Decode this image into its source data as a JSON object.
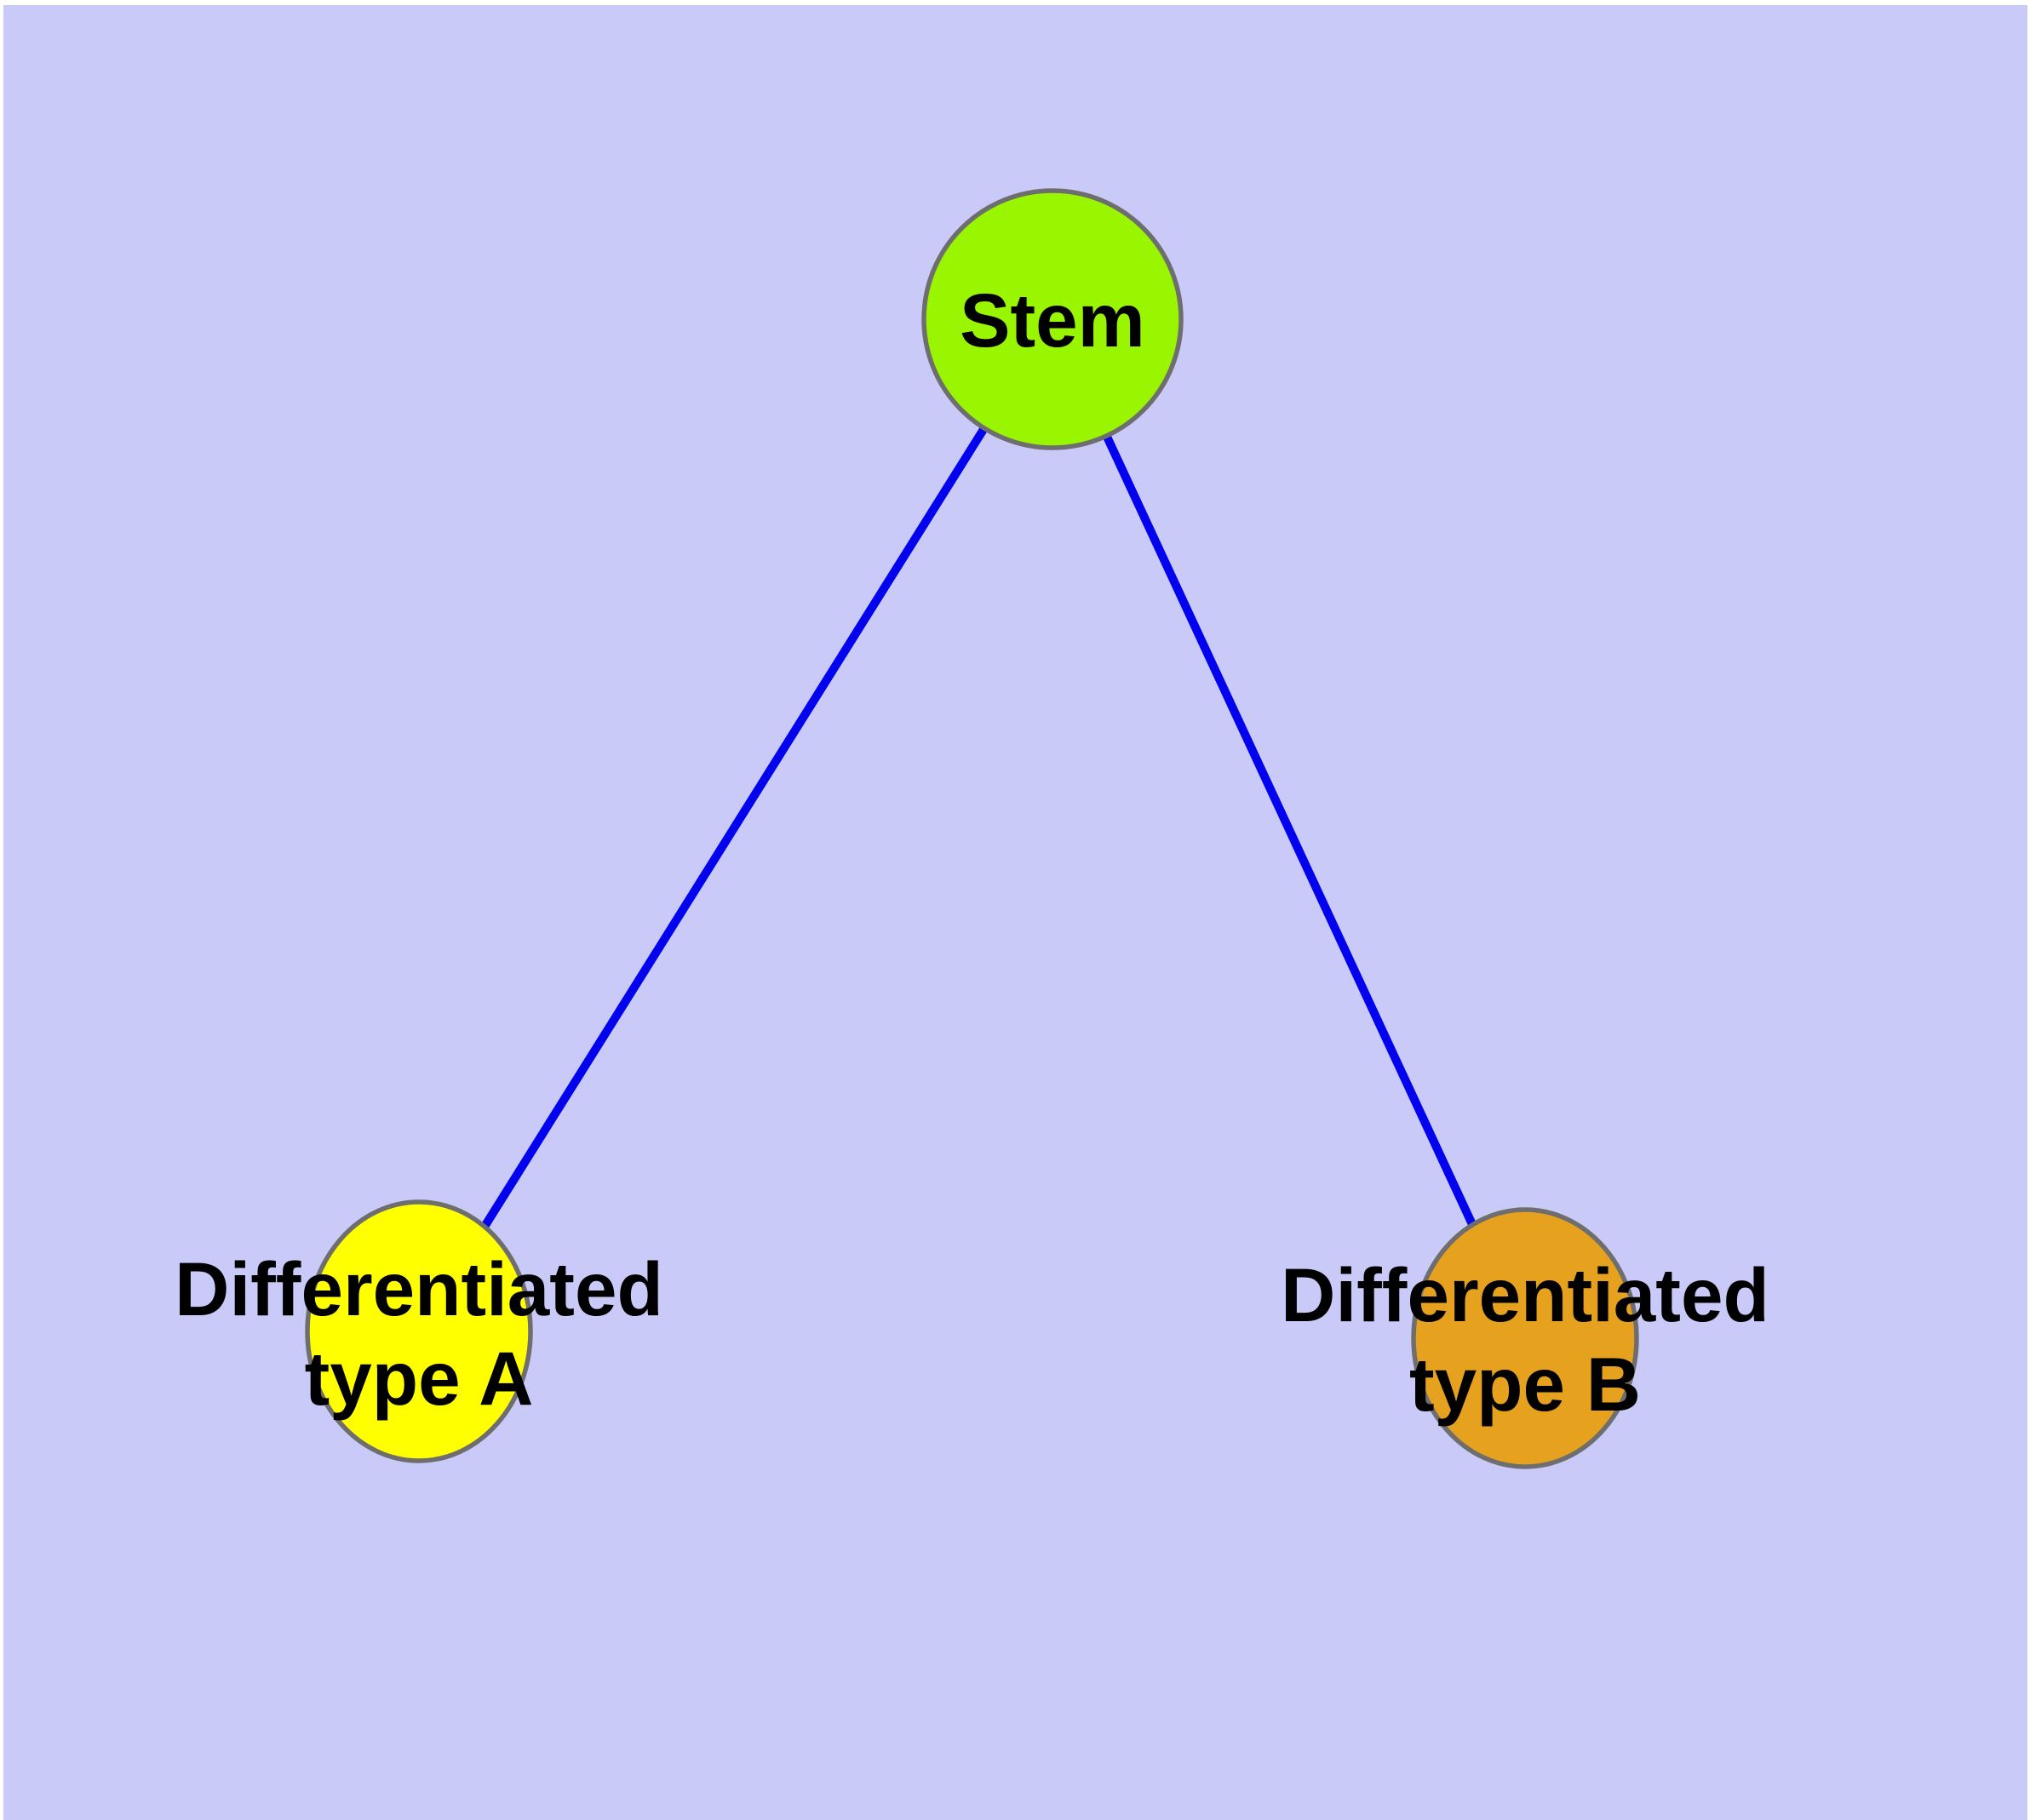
{
  "diagram": {
    "background_color": "#cacaf9",
    "page_border_color": "#ffffff",
    "edge_color": "#0202ee",
    "node_border_color": "#6e6e6e",
    "text_color": "#000000",
    "nodes": {
      "stem": {
        "label": "Stem",
        "fill": "#99f500"
      },
      "type_a": {
        "label_line1": "Differentiated",
        "label_line2": "type A",
        "fill": "#ffff00"
      },
      "type_b": {
        "label_line1": "Differentiated",
        "label_line2": "type B",
        "fill": "#e6a11e"
      }
    },
    "edges": [
      {
        "from": "Stem",
        "to": "Differentiated type A"
      },
      {
        "from": "Stem",
        "to": "Differentiated type B"
      }
    ]
  }
}
